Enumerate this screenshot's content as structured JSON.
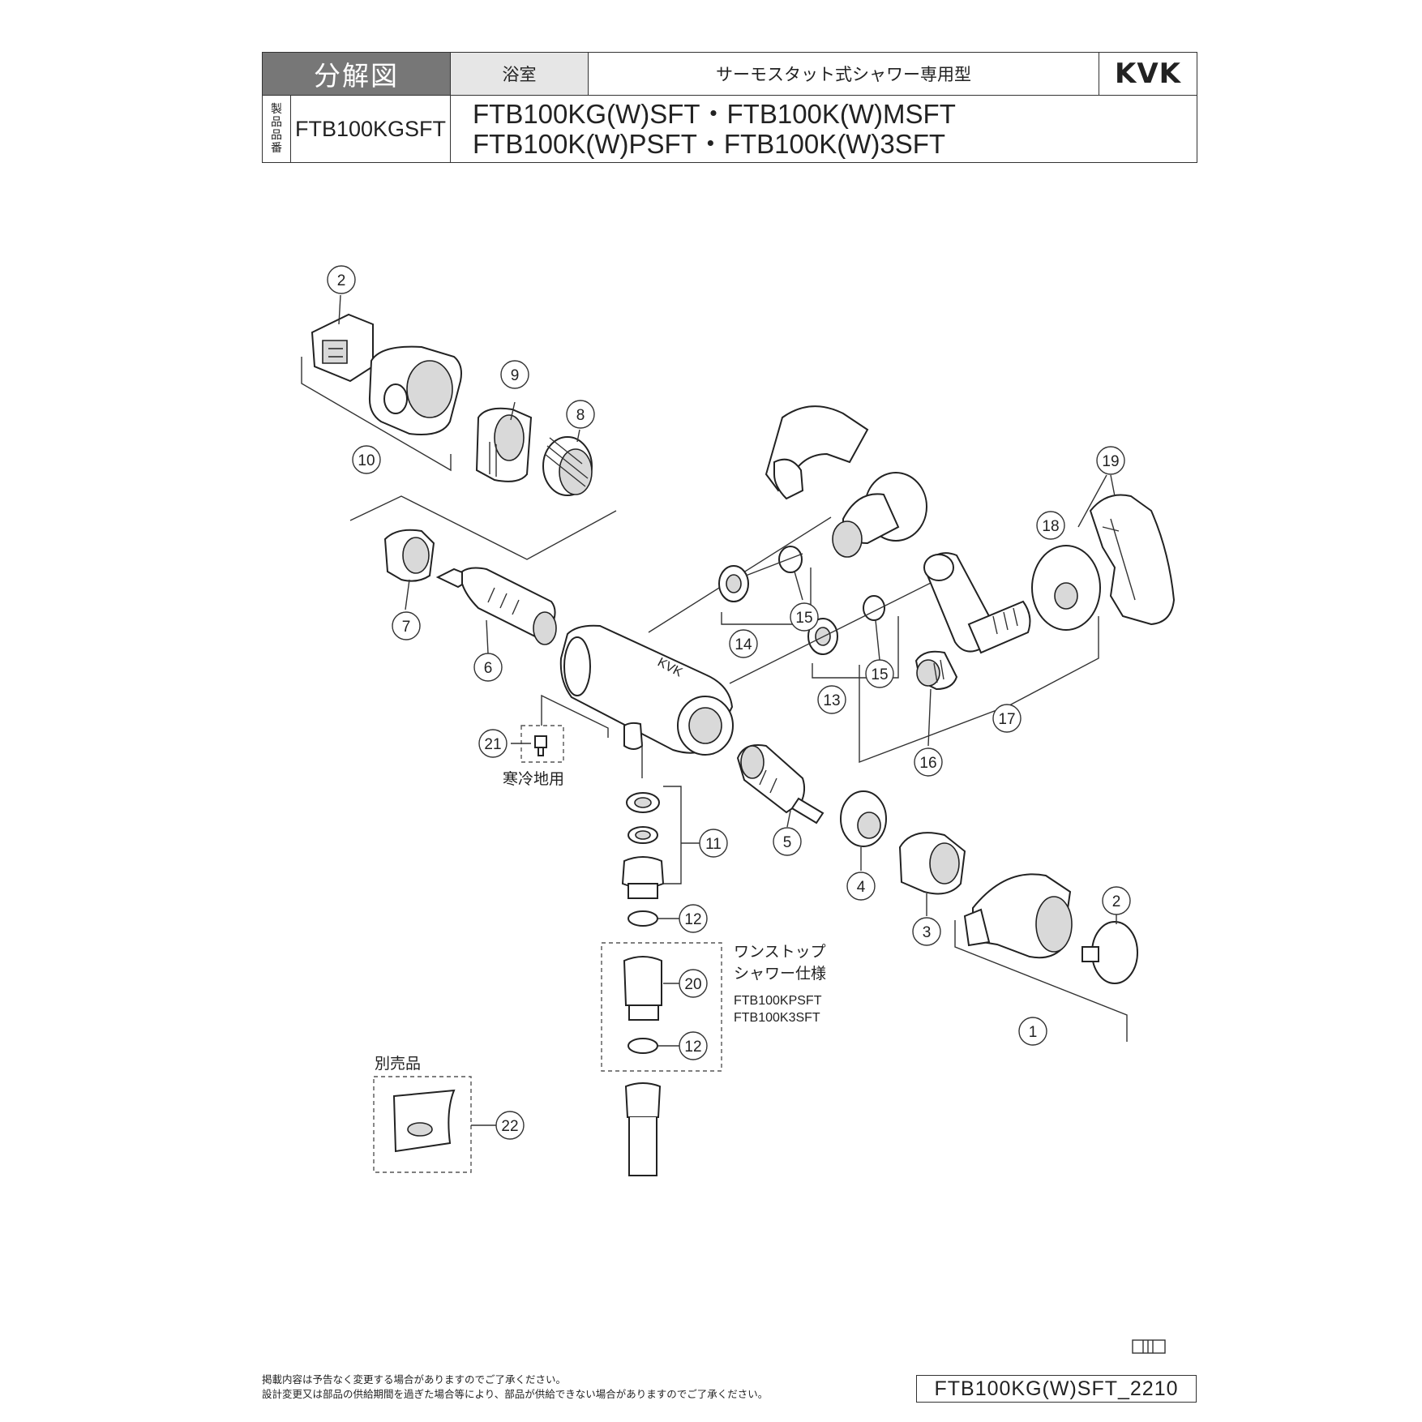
{
  "header": {
    "title": "分解図",
    "category": "浴室",
    "description": "サーモスタット式シャワー専用型",
    "brand": "KVK",
    "vertical_label": [
      "製",
      "品",
      "品",
      "番"
    ],
    "model": "FTB100KGSFT",
    "applicable_models_line1": "FTB100KG(W)SFT・FTB100K(W)MSFT",
    "applicable_models_line2": "FTB100K(W)PSFT・FTB100K(W)3SFT"
  },
  "diagram": {
    "part_numbers": {
      "p1": "1",
      "p2a": "2",
      "p2b": "2",
      "p3": "3",
      "p4": "4",
      "p5": "5",
      "p6": "6",
      "p7": "7",
      "p8": "8",
      "p9": "9",
      "p10": "10",
      "p11": "11",
      "p12a": "12",
      "p12b": "12",
      "p13": "13",
      "p14": "14",
      "p15a": "15",
      "p15b": "15",
      "p16": "16",
      "p17": "17",
      "p18": "18",
      "p19": "19",
      "p20": "20",
      "p21": "21",
      "p22": "22"
    },
    "body_logo": "KVK",
    "cold_region_label": "寒冷地用",
    "one_stop_label_line1": "ワンストップ",
    "one_stop_label_line2": "シャワー仕様",
    "one_stop_model1": "FTB100KPSFT",
    "one_stop_model2": "FTB100K3SFT",
    "sold_separately_label": "別売品"
  },
  "footer": {
    "note1": "掲載内容は予告なく変更する場合がありますのでご了承ください。",
    "note2": "設計変更又は部品の供給期間を過ぎた場合等により、部品が供給できない場合がありますのでご了承ください。",
    "doc_code": "FTB100KG(W)SFT_2210"
  }
}
